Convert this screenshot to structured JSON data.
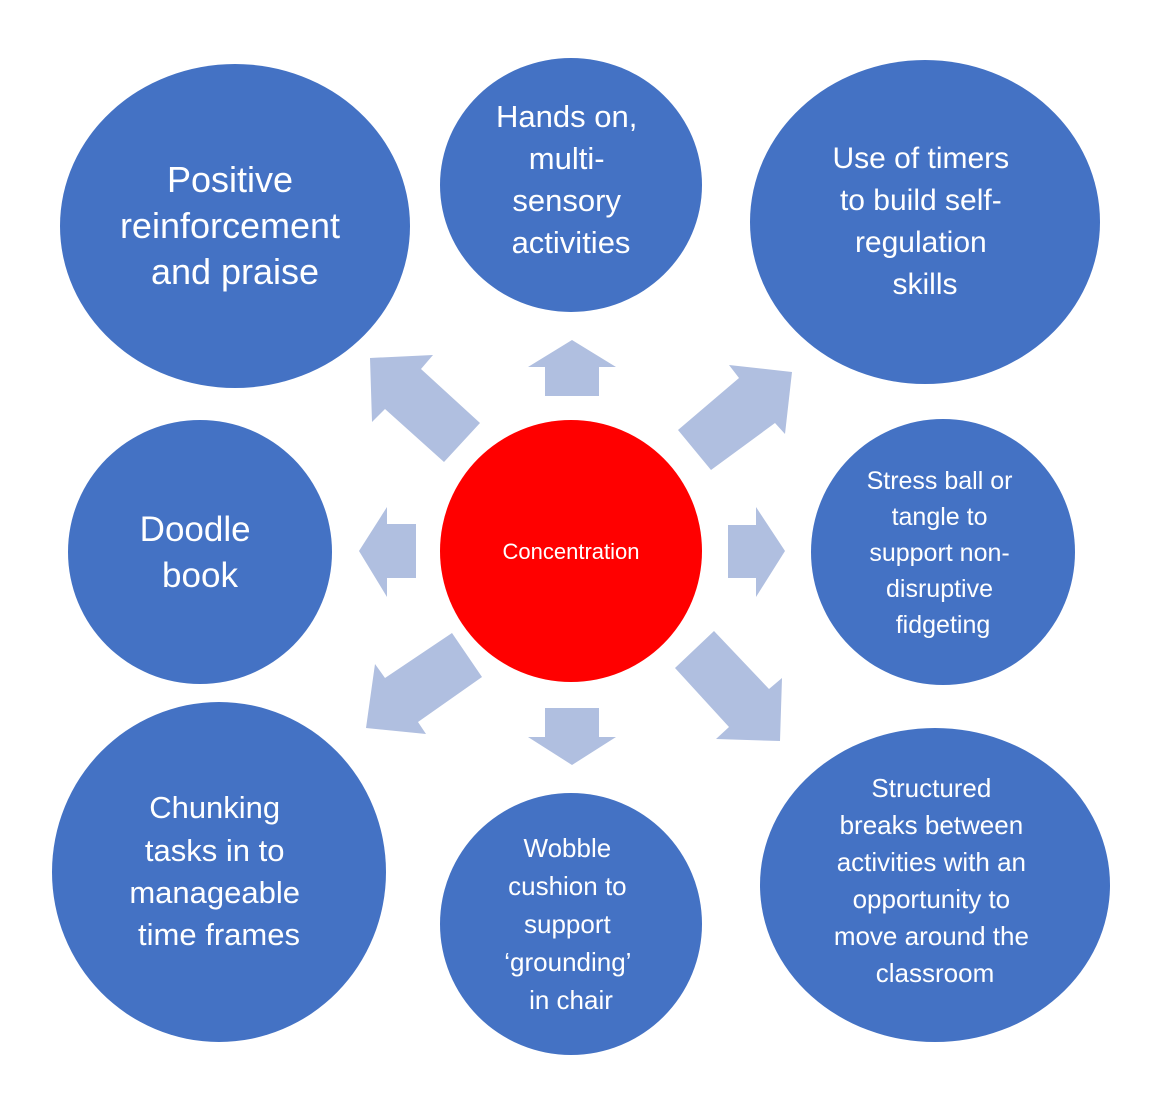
{
  "colors": {
    "node": "#4472C4",
    "center": "#FF0000",
    "arrow": "#B0BFE0",
    "text": "#FFFFFF",
    "background": "#FFFFFF"
  },
  "center": {
    "label": "Concentration"
  },
  "nodes": [
    {
      "id": "positive-reinforcement",
      "lines": [
        "Positive",
        "reinforcement",
        "and praise"
      ]
    },
    {
      "id": "hands-on",
      "lines": [
        "Hands on,",
        "multi-",
        "sensory",
        "activities"
      ]
    },
    {
      "id": "timers",
      "lines": [
        "Use of timers",
        "to build self-",
        "regulation",
        "skills"
      ]
    },
    {
      "id": "doodle-book",
      "lines": [
        "Doodle",
        "book"
      ]
    },
    {
      "id": "stress-ball",
      "lines": [
        "Stress ball or",
        "tangle to",
        "support non-",
        "disruptive",
        "fidgeting"
      ]
    },
    {
      "id": "chunking",
      "lines": [
        "Chunking",
        "tasks in to",
        "manageable",
        "time frames"
      ]
    },
    {
      "id": "wobble-cushion",
      "lines": [
        "Wobble",
        "cushion to",
        "support",
        "‘grounding’",
        "in chair"
      ]
    },
    {
      "id": "structured-breaks",
      "lines": [
        "Structured",
        "breaks between",
        "activities with an",
        "opportunity to",
        "move around the",
        "classroom"
      ]
    }
  ],
  "arrows": [
    {
      "id": "arrow-up-left",
      "direction": "up-left"
    },
    {
      "id": "arrow-up",
      "direction": "up"
    },
    {
      "id": "arrow-up-right",
      "direction": "up-right"
    },
    {
      "id": "arrow-left",
      "direction": "left"
    },
    {
      "id": "arrow-right",
      "direction": "right"
    },
    {
      "id": "arrow-down-left",
      "direction": "down-left"
    },
    {
      "id": "arrow-down",
      "direction": "down"
    },
    {
      "id": "arrow-down-right",
      "direction": "down-right"
    }
  ]
}
